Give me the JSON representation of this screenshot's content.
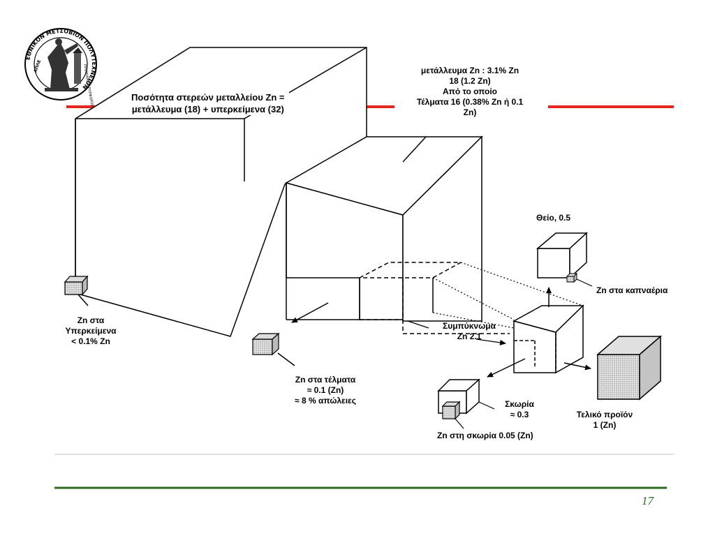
{
  "logo": {
    "name": "ntua-seal-icon",
    "ring_text": "ΕΘΝΙΚΟΝ ΜΕΤΣΟΒΙΟΝ ΠΟΛΥΤΕΧΝΕΙΟΝ",
    "inner_text": "ΠΡΟΜΗΘΕΥΣ ΠΥΡΦΟΡΟΣ",
    "lower_text": "ΑΠΛΕ"
  },
  "colors": {
    "red_line": "#e3261f",
    "green_line": "#2e6a1e",
    "gray_line": "#bfbfbf",
    "cube_fill_stipple": "#c8c8c8"
  },
  "labels": {
    "title": [
      "Ποσότητα στερεών μεταλλείου Zn =",
      "μετάλλευμα (18) + υπερκείμενα (32)"
    ],
    "ore": [
      "μετάλλευμα Zn : 3.1% Zn",
      "18 (1.2 Zn)",
      "Από το οποίο",
      "Τέλματα 16 (0.38% Zn ή 0.1",
      "Zn)"
    ],
    "overburden": [
      "Zn στα",
      "Υπερκείμενα",
      "< 0.1% Zn"
    ],
    "tailings": [
      "Zn στα τέλματα",
      "≈ 0.1 (Zn)",
      "≈ 8 % απώλειες"
    ],
    "concentrate": [
      "Συμπύκνωμα",
      "Zn 2.1"
    ],
    "sulfur": "Θείο, 0.5",
    "flue_gas": "Zn στα καπναέρια",
    "slag": [
      "Σκωρία",
      "≈ 0.3"
    ],
    "slag_zn": "Zn στη σκωρία 0.05 (Zn)",
    "final_product": [
      "Τελικό προϊόν",
      "1 (Zn)"
    ]
  },
  "page_number": "17"
}
